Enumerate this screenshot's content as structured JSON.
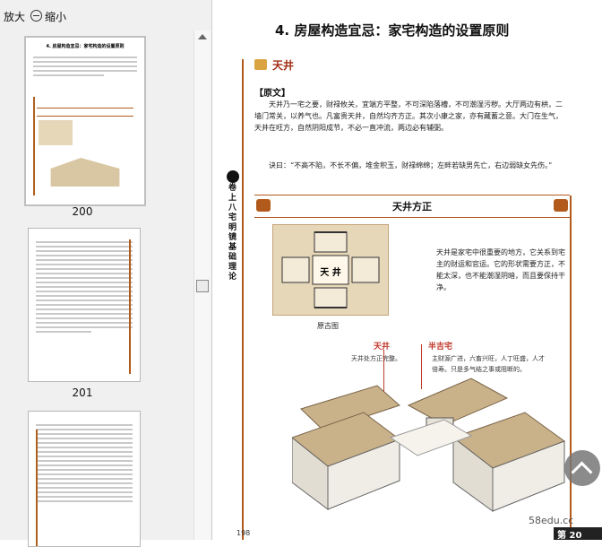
{
  "toolbar": {
    "zoom_in": "放大",
    "zoom_out": "缩小"
  },
  "thumbnails": [
    {
      "page": "200",
      "title": "4. 房屋构造宜忌：家宅构造的设置原则"
    },
    {
      "page": "201"
    },
    {
      "page": ""
    }
  ],
  "page": {
    "title": "4. 房屋构造宜忌：家宅构造的设置原则",
    "section": "天井",
    "yuanwen": "【原文】",
    "p1": "天井乃一宅之要，财禄攸关，宜端方平整，不可深陷落槽，不可潮湿污秽。大厅两边有栱，二墙门常关，以养气也。凡富贵天井，自然均齐方正。其次小康之家，亦有藏蓄之意。大门在生气，天井在旺方，自然阴阳成节，不必一直冲流，两边必有辅弼。",
    "p2": "诀曰：“不高不陷，不长不偏，堆金积玉，财禄绵绵；左畔若缺男先亡，右边弱缺女先伤。”",
    "side_text": "卷上 八宅明镜基础理论",
    "banner": "天井方正",
    "desc": "天井是家宅中很重要的地方，它关系到宅主的财运和官运。它的形状需要方正，不能太深，也不能潮湿阴暗，而且要保持干净。",
    "caption": "原古图",
    "diagram_label": "天  井",
    "label1": "天井",
    "label1_desc": "天井处方正完整。",
    "label2": "半吉宅",
    "label2_desc": "主财源广进，六畜兴旺，人丁旺盛，人才倍寿。只是多气结之事或阻断的。",
    "page_number": "198",
    "watermark": "58edu.cc",
    "corner_text": "第 20"
  }
}
